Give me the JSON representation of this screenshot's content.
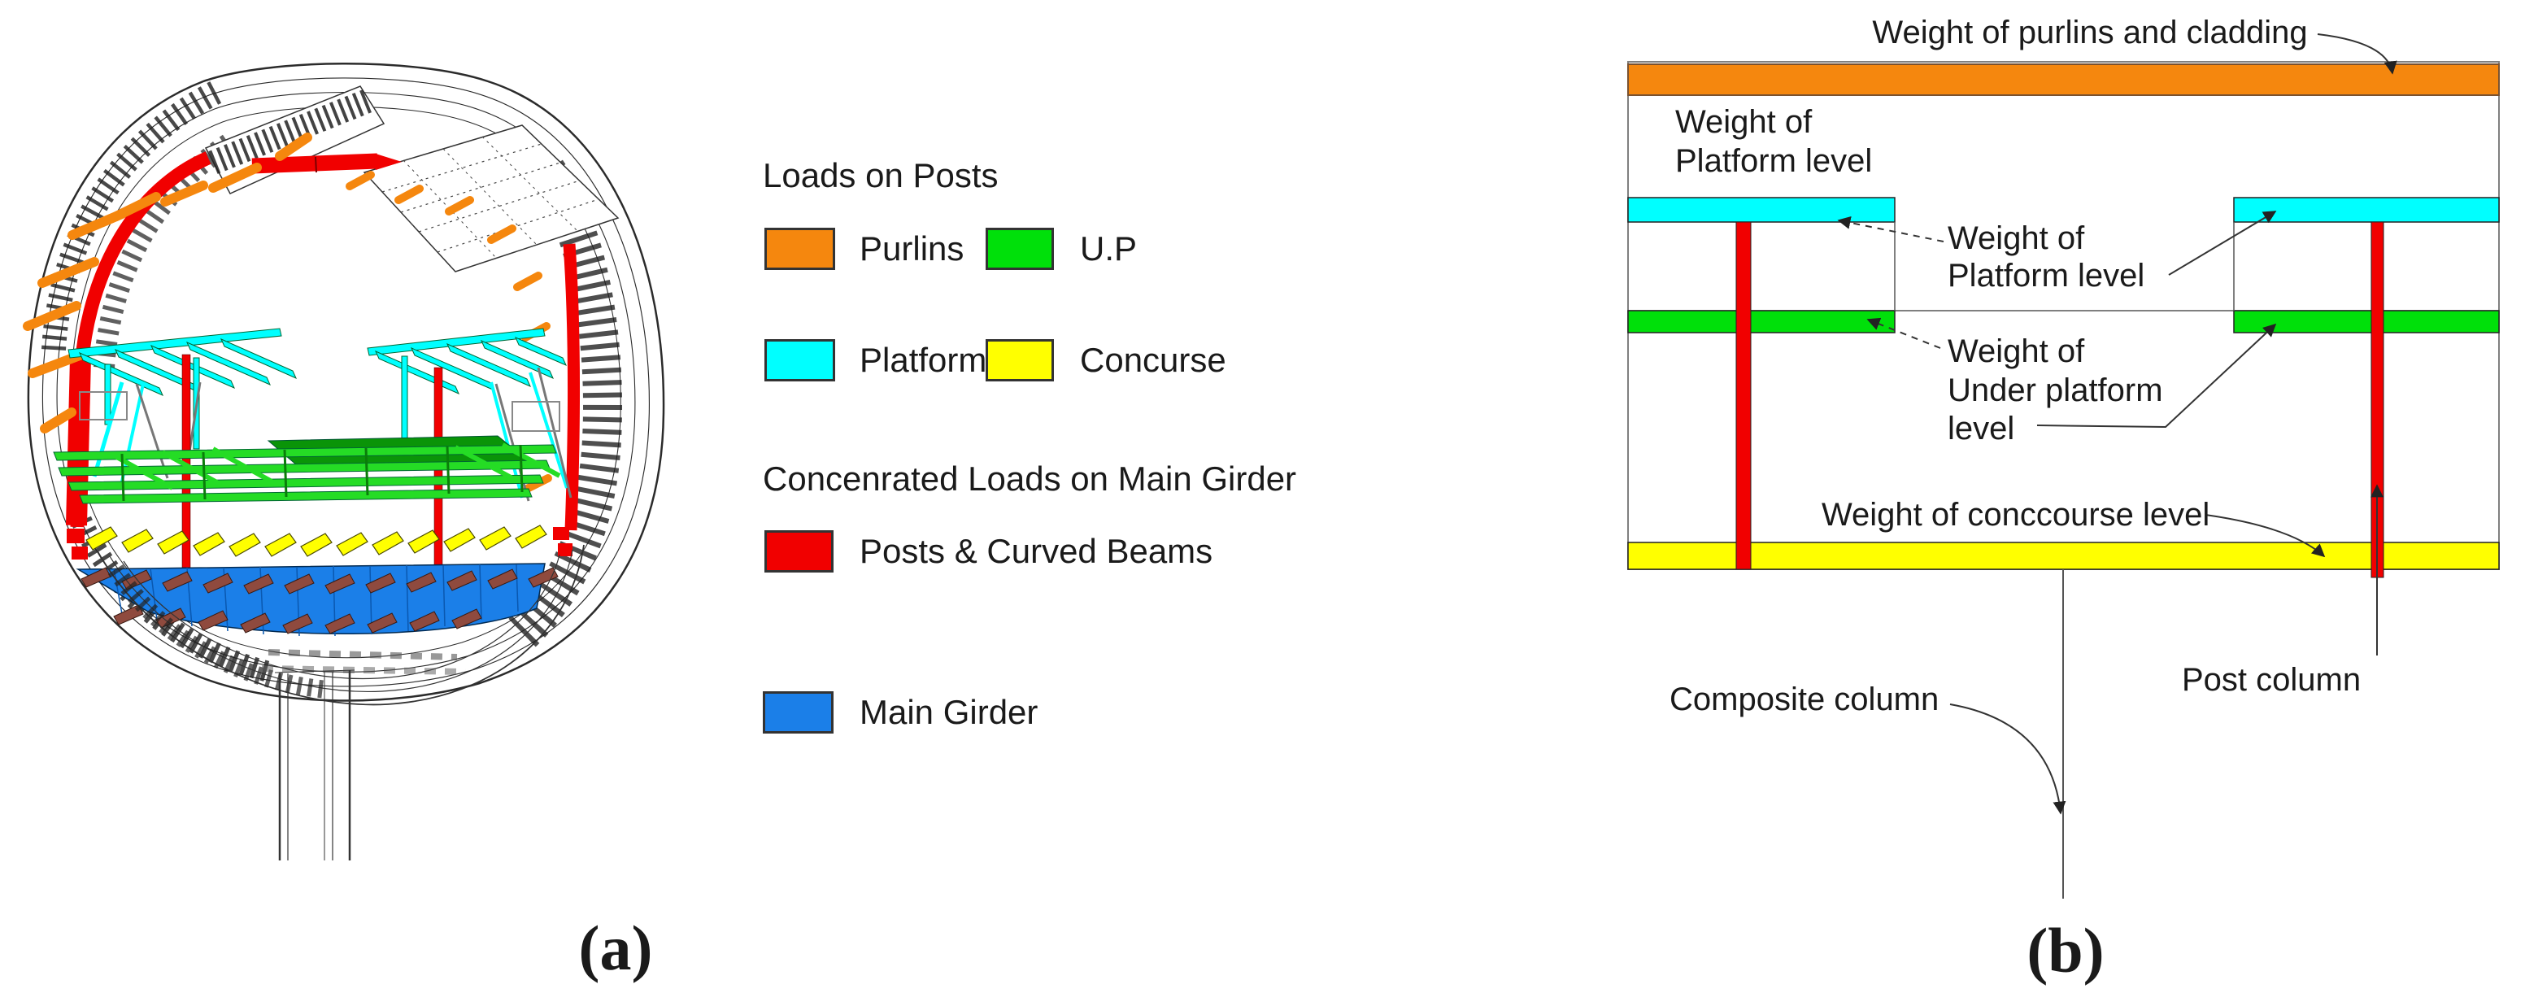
{
  "colors": {
    "orange": "#F5870E",
    "green": "#00E00A",
    "cyan": "#00FFFF",
    "yellow": "#FFFF00",
    "red": "#F10000",
    "blue": "#1B7FE8",
    "dark_green": "#0A9408",
    "bright_green": "#25DC25",
    "brown": "#8F4A3E",
    "text": "#1A1A1A",
    "line": "#555555",
    "box_outline": "#808080"
  },
  "panel_a": {
    "caption": "(a)",
    "legend": {
      "loads_on_posts_title": "Loads on Posts",
      "posts_items": [
        {
          "label": "Purlins",
          "color_key": "orange"
        },
        {
          "label": "U.P",
          "color_key": "green"
        },
        {
          "label": "Platform",
          "color_key": "cyan"
        },
        {
          "label": "Concurse",
          "color_key": "yellow"
        }
      ],
      "main_girder_title": "Concenrated Loads on Main Girder",
      "girder_items": [
        {
          "label": "Posts & Curved Beams",
          "color_key": "red"
        },
        {
          "label": "Main Girder",
          "color_key": "blue"
        }
      ]
    }
  },
  "panel_b": {
    "caption": "(b)",
    "labels": {
      "purlins_cladding": "Weight of purlins and cladding",
      "platform_top": [
        "Weight of",
        "Platform level"
      ],
      "platform_mid": [
        "Weight of",
        "Platform level"
      ],
      "under_platform": [
        "Weight of",
        "Under platform",
        "level"
      ],
      "concourse": "Weight of conccourse level",
      "composite_column": "Composite column",
      "post_column": "Post column"
    }
  }
}
